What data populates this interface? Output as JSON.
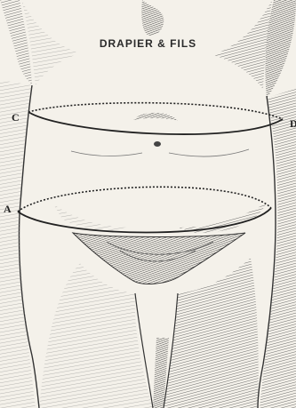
{
  "caption": "DRAPIER & FILS",
  "points": {
    "c": "C",
    "d": "D",
    "a": "A"
  },
  "colors": {
    "paper": "#f4f1ea",
    "ink": "#222222",
    "hatch": "#555555"
  }
}
